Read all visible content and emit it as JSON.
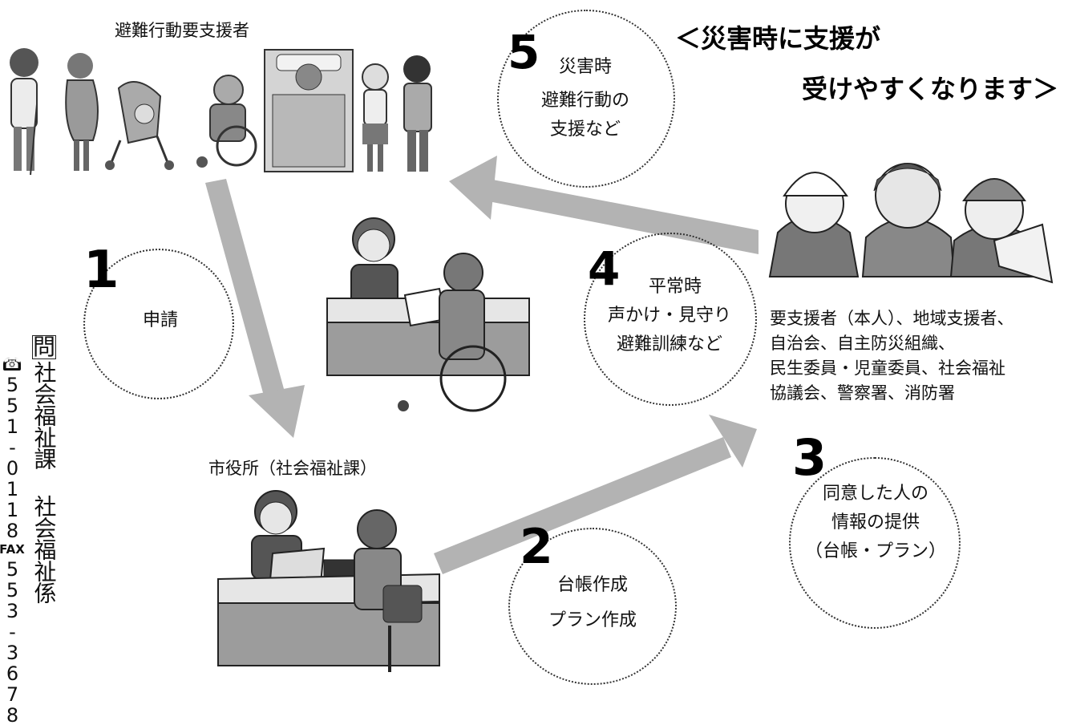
{
  "top_group_label": "避難行動要支援者",
  "headline": {
    "line1": "＜災害時に支援が",
    "line2": "受けやすくなります＞"
  },
  "steps": [
    {
      "number": "1",
      "lines": [
        "申請"
      ]
    },
    {
      "number": "2",
      "lines": [
        "台帳作成",
        "プラン作成"
      ]
    },
    {
      "number": "3",
      "lines": [
        "同意した人の",
        "情報の提供",
        "（台帳・プラン）"
      ]
    },
    {
      "number": "4",
      "lines": [
        "平常時",
        "声かけ・見守り",
        "避難訓練など"
      ]
    },
    {
      "number": "5",
      "lines": [
        "災害時",
        "避難行動の",
        "支援など"
      ]
    }
  ],
  "city_office_label": "市役所（社会福祉課）",
  "stakeholders": [
    "要支援者（本人）、地域支援者、",
    "自治会、自主防災組織、",
    "民生委員・児童委員、社会福祉",
    "協議会、警察署、消防署"
  ],
  "contact": {
    "inquiry_mark": "問",
    "department": "社会福祉課 社会福祉係",
    "phone_icon": "phone-icon",
    "phone_digits": "551-0118",
    "fax_label": "FAX",
    "fax_digits": "553-3678"
  },
  "colors": {
    "arrow": "#b3b3b3",
    "figure_fill": "#9a9a9a",
    "figure_dark": "#555555",
    "circle_border": "#333333"
  }
}
